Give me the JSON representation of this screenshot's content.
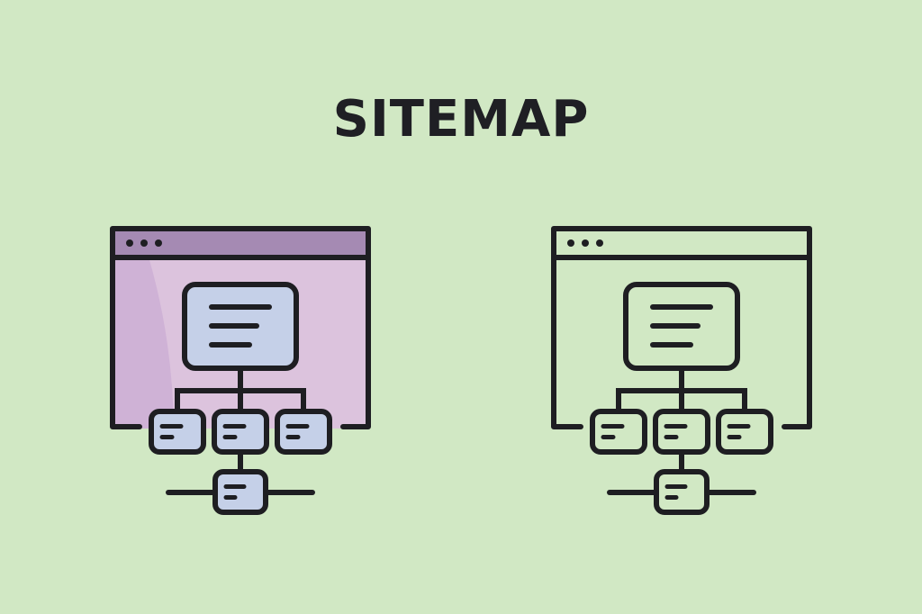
{
  "title": "SITEMAP",
  "icons": [
    {
      "name": "sitemap-icon-colored",
      "style": "colored",
      "colors": {
        "stroke": "#1e1e22",
        "titlebar": "#a58ab3",
        "window": "#dcc3dd",
        "window_shade": "#cfb2d6",
        "node": "#c5d0e8"
      }
    },
    {
      "name": "sitemap-icon-outline",
      "style": "outline",
      "colors": {
        "stroke": "#1e1e22",
        "titlebar": "#d1e8c4",
        "window": "#d1e8c4",
        "window_shade": "#d1e8c4",
        "node": "#d1e8c4"
      }
    }
  ]
}
